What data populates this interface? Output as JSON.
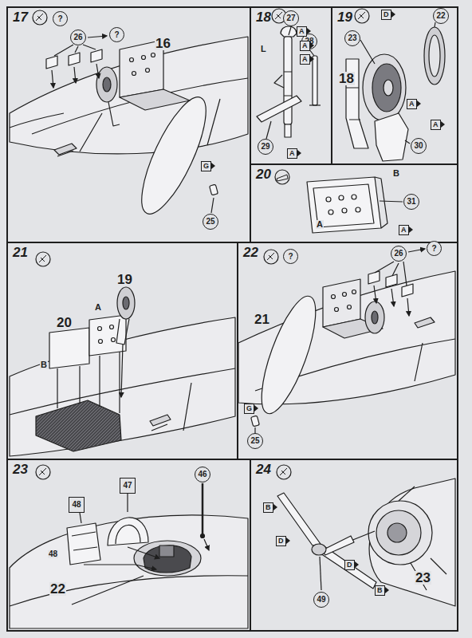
{
  "diagram": {
    "nodes": [
      {
        "text": [
          "17"
        ]
      },
      {
        "text": [
          "?"
        ],
        "in": 0
      },
      {
        "text": [
          "26"
        ],
        "in": 0
      },
      {
        "text": [
          "?"
        ],
        "in": 0
      },
      {
        "text": [
          "25"
        ],
        "in": 0
      },
      {
        "text": [
          "18"
        ]
      },
      {
        "text": [
          "27"
        ],
        "in": 5
      },
      {
        "text": [
          "28"
        ],
        "in": 5
      },
      {
        "text": [
          "29"
        ],
        "in": 5
      },
      {
        "text": [
          "19"
        ]
      },
      {
        "text": [
          "22"
        ],
        "in": 9
      },
      {
        "text": [
          "23"
        ],
        "in": 9
      },
      {
        "text": [
          "30"
        ],
        "in": 9
      },
      {
        "text": [
          "20"
        ]
      },
      {
        "text": [
          "31"
        ],
        "in": 13
      },
      {
        "text": [
          "21"
        ]
      },
      {
        "text": [
          "22"
        ]
      },
      {
        "text": [
          "?"
        ],
        "in": 16
      },
      {
        "text": [
          "26"
        ],
        "in": 16
      },
      {
        "text": [
          "?"
        ],
        "in": 16
      },
      {
        "text": [
          "25"
        ],
        "in": 16
      },
      {
        "text": [
          "23"
        ]
      },
      {
        "text": [
          "47"
        ],
        "in": 21
      },
      {
        "text": [
          "48"
        ],
        "in": 21
      },
      {
        "text": [
          "46"
        ],
        "in": 21
      },
      {
        "text": [
          "24"
        ]
      },
      {
        "text": [
          "49"
        ],
        "in": 25
      }
    ],
    "labels": [
      "16",
      "G",
      "A",
      "L",
      "A",
      "A",
      "A",
      "D",
      "18",
      "A",
      "A",
      "B",
      "A",
      "A",
      "19",
      "20",
      "A",
      "B",
      "21",
      "G",
      "48",
      "22",
      "B",
      "D",
      "D",
      "B",
      "23"
    ]
  }
}
